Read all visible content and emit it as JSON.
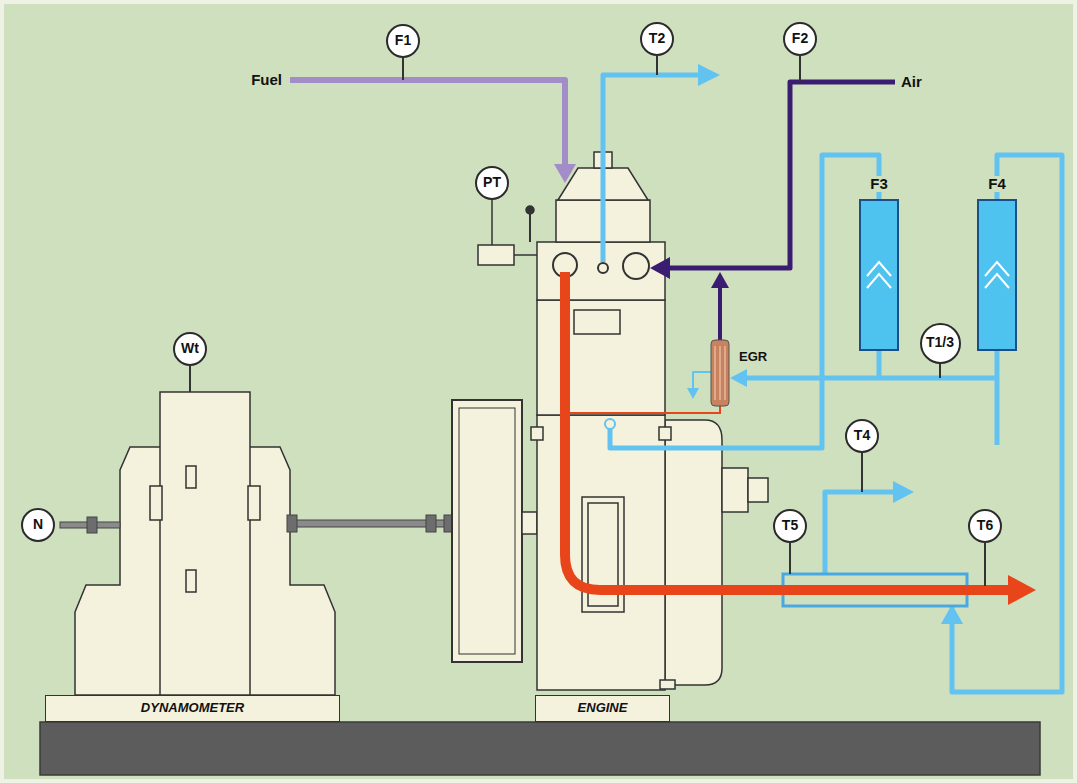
{
  "diagram": {
    "nodes": [
      {
        "text": [
          "F1"
        ]
      },
      {
        "text": [
          "T2"
        ]
      },
      {
        "text": [
          "F2"
        ]
      },
      {
        "text": [
          "PT"
        ]
      },
      {
        "text": [
          "Wt"
        ]
      },
      {
        "text": [
          "T1/3"
        ]
      },
      {
        "text": [
          "T4"
        ]
      },
      {
        "text": [
          "N"
        ]
      },
      {
        "text": [
          "T5"
        ]
      },
      {
        "text": [
          "T6"
        ]
      },
      {
        "text": [
          "DYNAMOMETER"
        ]
      },
      {
        "text": [
          "ENGINE"
        ]
      }
    ],
    "labels": [
      "Fuel",
      "Air",
      "F3",
      "F4",
      "EGR"
    ]
  }
}
